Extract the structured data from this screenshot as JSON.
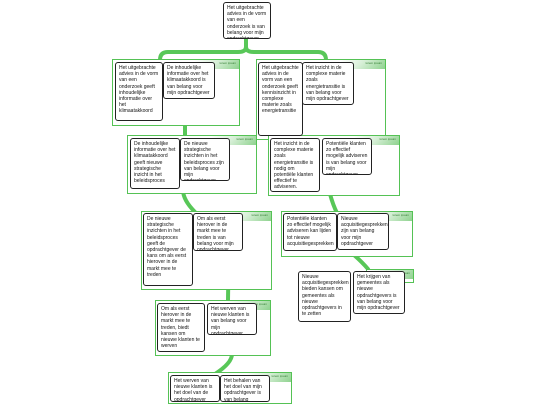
{
  "frame_label": "lorem ipsum",
  "nodes": {
    "root": "Het uitgebrachte advies in de vorm van een onderzoek is van belang voor mijn opdrachtgever",
    "l1a": "Het uitgebrachte advies in de vorm van een onderzoek geeft inhoudelijke informatie over het klimaatakkoord",
    "l1b": "De inhoudelijke informatie over het klimaatakkoord is van belang voor mijn opdrachtgever",
    "l1c": "Het inzicht in de complexe materie zoals energietransitie is van belang voor mijn opdrachtgever",
    "l1d": "Het uitgebrachte advies in de vorm van een onderzoek geeft kennisinzicht in complexe materie zoals energietransitie",
    "l2a": "De inhoudelijke informatie over het klimaatakkoord geeft nieuwe strategische inzicht in het beleidsproces",
    "l2b": "De nieuwe strategische inzichten in het beleidsproces zijn van belang voor mijn opdrachtgever",
    "l2c": "Het inzicht in de complexe materie zoals energietransitie is nodig om potentiële klanten effectief te adviseren.",
    "l2d": "Potentiële klanten zo effectief mogelijk adviseren is van belang voor mijn opdrachtgever",
    "l3a": "De nieuwe strategische inzichten in het beleidsproces geeft de opdrachtgever de kans om als eerst hierover in de markt mee te treden",
    "l3b": "Om als eerst hierover in de markt mee te treden is van belang voor mijn opdrachtgever",
    "l3c": "Potentiële klanten zo effectief mogelijk adviseren kan lijden tot nieuwe acquisitiegesprekken",
    "l3d": "Nieuwe acquisitiegesprekken zijn van belang voor mijn opdrachtgever",
    "l4a": "Om als eerst hierover in de markt mee te treden, biedt kansen om nieuwe klanten te werven",
    "l4b": "Het werven van nieuwe klanten is van belang voor mijn opdrachtgever",
    "l4c": "Nieuwe acquisitiegesprekken bieden kansen om gemeentes als nieuwe opdrachtgevers in te zetten",
    "l4d": "Het krijgen van gemeentes als nieuwe opdrachtgevers is van belang voor mijn opdrachtgever",
    "l5a": "Het werven van nieuwe klanten is het doel van de opdrachtgever",
    "l5b": "Het behalen van het doel van mijn opdrachtgever is van belang"
  }
}
